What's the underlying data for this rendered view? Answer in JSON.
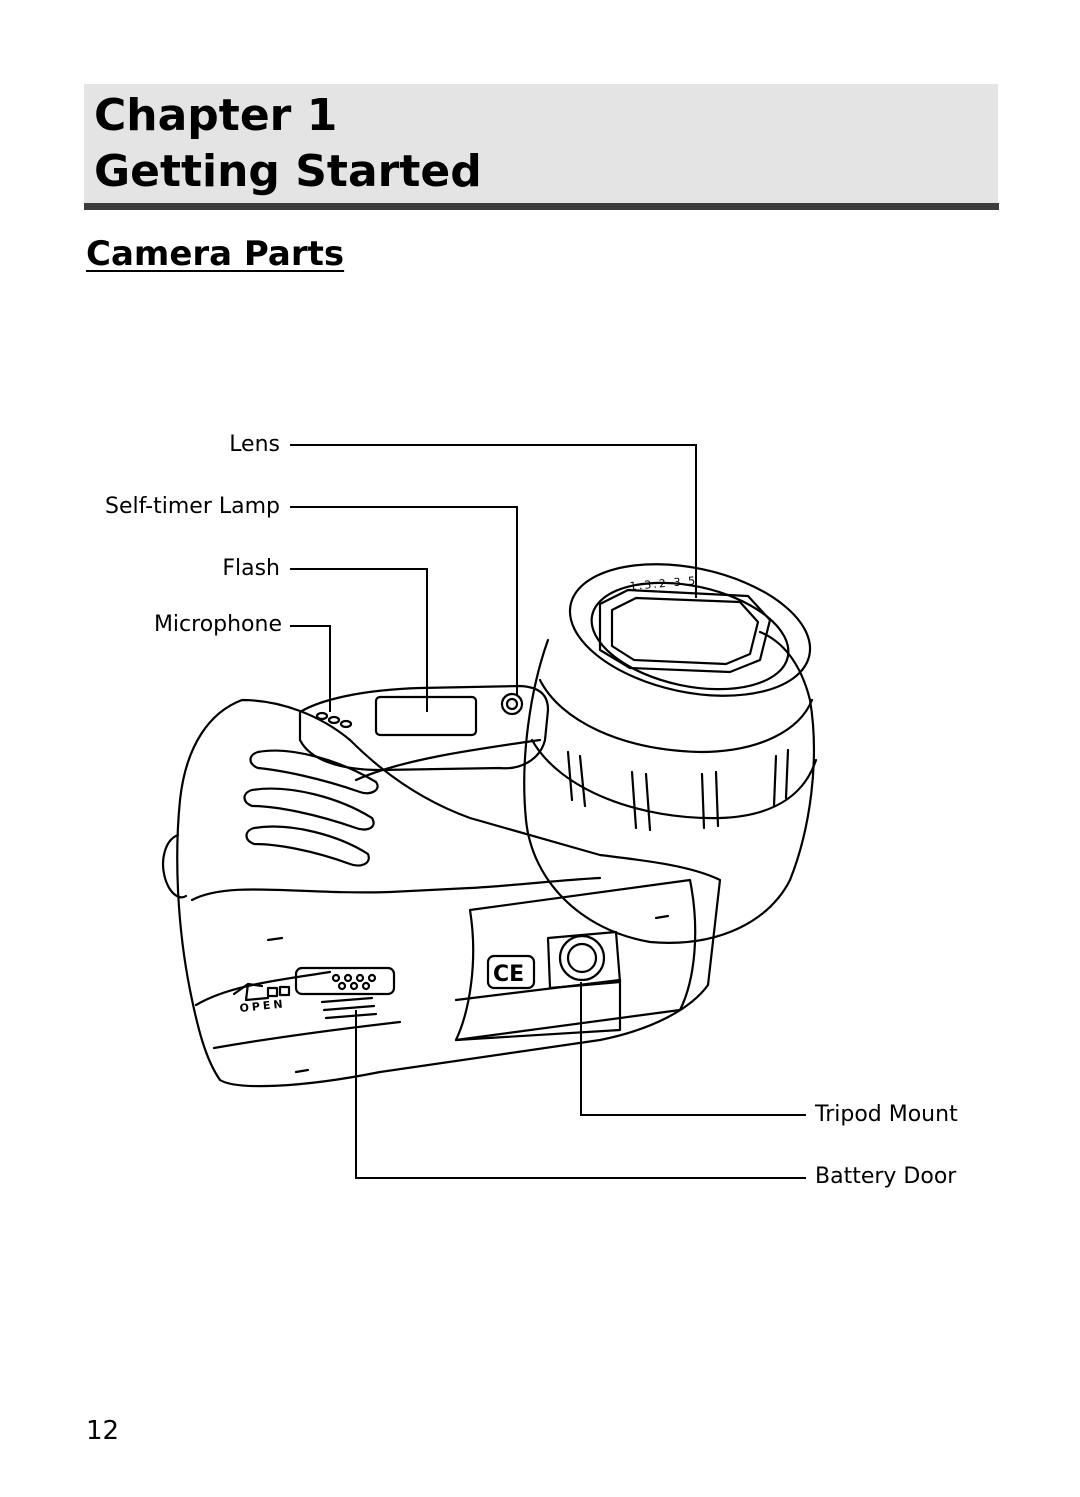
{
  "chapter": {
    "line1": "Chapter 1",
    "line2": "Getting Started"
  },
  "section": {
    "title": "Camera Parts"
  },
  "figure": {
    "callouts": {
      "lens": "Lens",
      "self_timer_lamp": "Self-timer Lamp",
      "flash": "Flash",
      "microphone": "Microphone",
      "tripod_mount": "Tripod Mount",
      "battery_door": "Battery Door"
    },
    "lens_marking": "1:3.2-3.5",
    "door_marking": "OPEN",
    "ce_mark": "CE"
  },
  "page": {
    "number": "12"
  }
}
